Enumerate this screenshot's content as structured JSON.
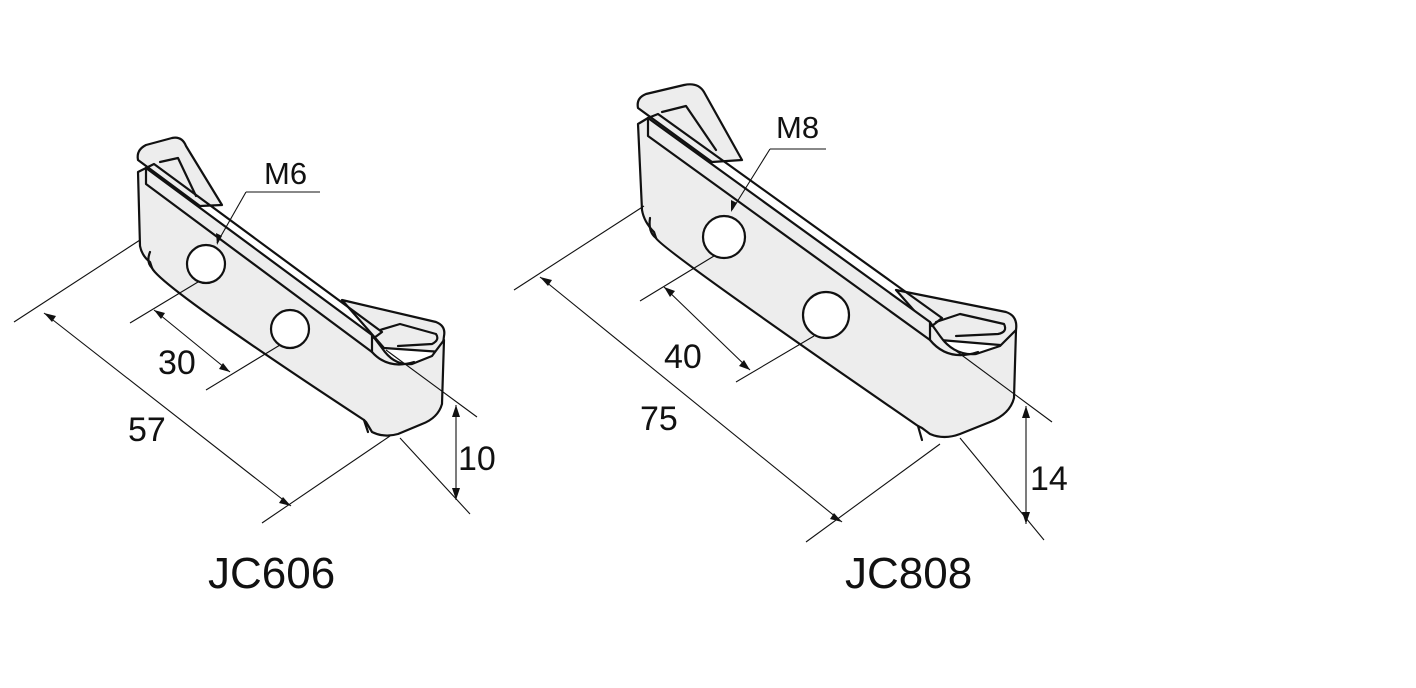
{
  "parts": [
    {
      "model": "JC606",
      "thread": "M6",
      "length": "57",
      "hole_spacing": "30",
      "height": "10"
    },
    {
      "model": "JC808",
      "thread": "M8",
      "length": "75",
      "hole_spacing": "40",
      "height": "14"
    }
  ],
  "colors": {
    "body_fill": "#ededed",
    "line": "#111111",
    "background": "#ffffff"
  }
}
